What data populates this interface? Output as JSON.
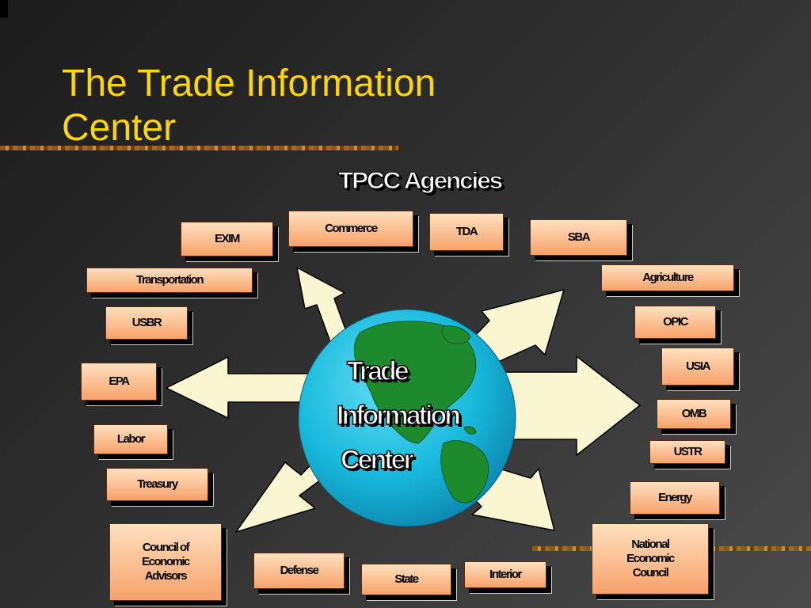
{
  "title": {
    "line1": "The Trade Information",
    "line2": "Center"
  },
  "header": "TPCC Agencies",
  "center": {
    "line1": "Trade",
    "line2": "Information",
    "line3": "Center"
  },
  "agencies": {
    "commerce": "Commerce",
    "tda": "TDA",
    "sba": "SBA",
    "exim": "EXIM",
    "transportation": "Transportation",
    "agriculture": "Agriculture",
    "usbr": "USBR",
    "opic": "OPIC",
    "epa": "EPA",
    "usia": "USIA",
    "omb": "OMB",
    "labor": "Labor",
    "ustr": "USTR",
    "treasury": "Treasury",
    "energy": "Energy",
    "cea": [
      "Council of",
      "Economic",
      "Advisors"
    ],
    "defense": "Defense",
    "state": "State",
    "interior": "Interior",
    "nec": [
      "National",
      "Economic",
      "Council"
    ]
  },
  "colors": {
    "title": "#ffd700",
    "box_top": "#ffe0bf",
    "box_bottom": "#f7a26a",
    "arrow_fill": "#fbf6d2",
    "ocean": "#18b9dc",
    "land": "#1d8a2e"
  }
}
